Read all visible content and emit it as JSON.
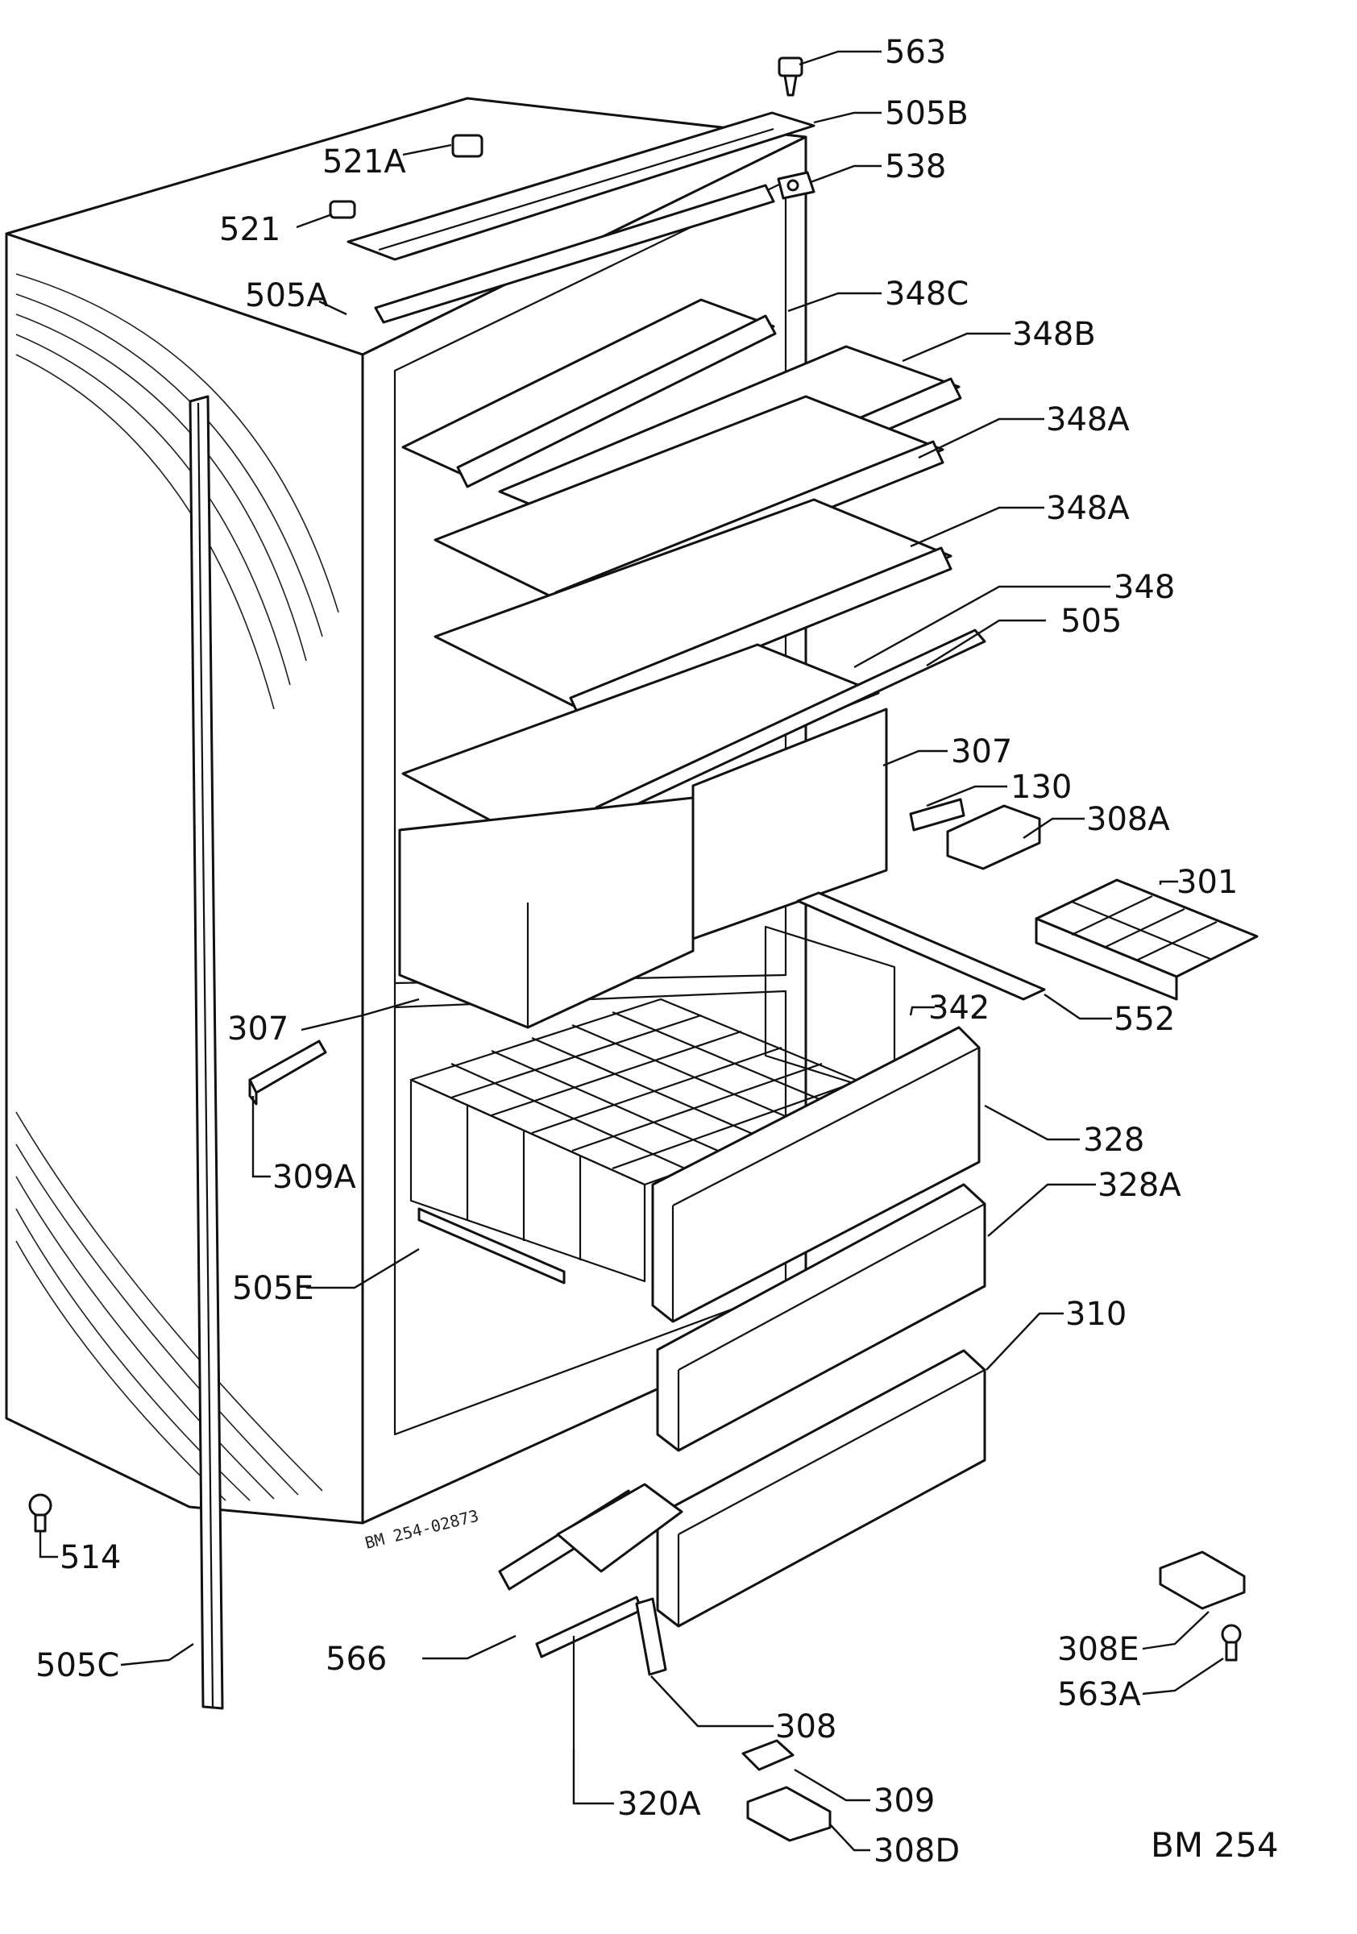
{
  "diagram": {
    "reference": "BM 254",
    "serial_stamp": "BM 254-02873",
    "callouts": [
      {
        "id": "563",
        "label": "563"
      },
      {
        "id": "505B",
        "label": "505B"
      },
      {
        "id": "538",
        "label": "538"
      },
      {
        "id": "521A",
        "label": "521A"
      },
      {
        "id": "521",
        "label": "521"
      },
      {
        "id": "505A",
        "label": "505A"
      },
      {
        "id": "348C",
        "label": "348C"
      },
      {
        "id": "348B",
        "label": "348B"
      },
      {
        "id": "348A-upper",
        "label": "348A"
      },
      {
        "id": "348A-lower",
        "label": "348A"
      },
      {
        "id": "348",
        "label": "348"
      },
      {
        "id": "505",
        "label": "505"
      },
      {
        "id": "307-right",
        "label": "307"
      },
      {
        "id": "130",
        "label": "130"
      },
      {
        "id": "308A",
        "label": "308A"
      },
      {
        "id": "301",
        "label": "301"
      },
      {
        "id": "307-left",
        "label": "307"
      },
      {
        "id": "342",
        "label": "342"
      },
      {
        "id": "552",
        "label": "552"
      },
      {
        "id": "328",
        "label": "328"
      },
      {
        "id": "328A",
        "label": "328A"
      },
      {
        "id": "309A",
        "label": "309A"
      },
      {
        "id": "505E",
        "label": "505E"
      },
      {
        "id": "310",
        "label": "310"
      },
      {
        "id": "514",
        "label": "514"
      },
      {
        "id": "566",
        "label": "566"
      },
      {
        "id": "505C",
        "label": "505C"
      },
      {
        "id": "308E",
        "label": "308E"
      },
      {
        "id": "563A",
        "label": "563A"
      },
      {
        "id": "308",
        "label": "308"
      },
      {
        "id": "309",
        "label": "309"
      },
      {
        "id": "320A",
        "label": "320A"
      },
      {
        "id": "308D",
        "label": "308D"
      }
    ]
  }
}
